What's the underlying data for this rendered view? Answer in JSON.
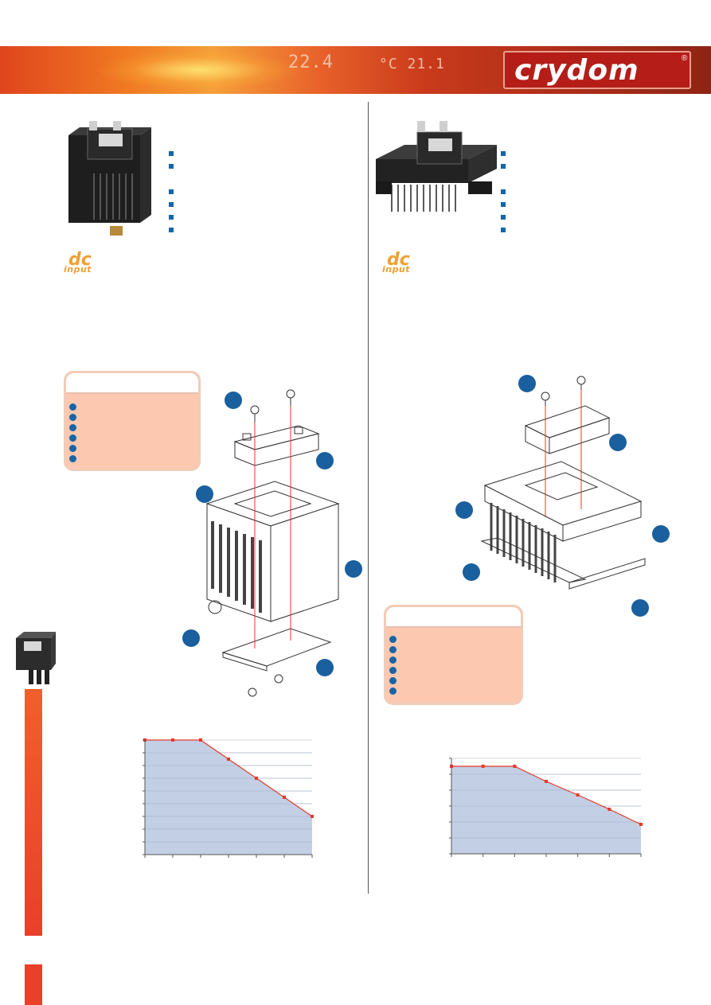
{
  "brand": {
    "logo": "crydom",
    "registered": "®",
    "banner_readout_1": "22.4",
    "banner_readout_2": "°C 21.1"
  },
  "colors": {
    "accent_blue": "#1565a8",
    "banner_red": "#b51d18",
    "legend_fill": "#fcc9b0",
    "chart_fill": "#c3cfe4",
    "chart_line": "#e53a2a"
  },
  "left_product": {
    "bullet_count": 6,
    "badge": {
      "top": "dc",
      "bottom": "input"
    },
    "legend_item_count": 6
  },
  "right_product": {
    "bullet_count": 6,
    "badge": {
      "top": "dc",
      "bottom": "input"
    },
    "legend_item_count": 6
  },
  "icons": [
    "dc-input-badge",
    "bullet-square",
    "callout-circle",
    "relay-heatsink-photo"
  ],
  "chart_data": [
    {
      "type": "area",
      "x": [
        0,
        1,
        2,
        3,
        4,
        5,
        6
      ],
      "values": [
        9,
        9,
        9,
        7.5,
        6,
        4.5,
        3
      ],
      "ylim": [
        0,
        9
      ],
      "grid": true
    },
    {
      "type": "area",
      "x": [
        0,
        1,
        2,
        3,
        4,
        5,
        6
      ],
      "values": [
        5.5,
        5.5,
        5.5,
        4.55,
        3.7,
        2.8,
        1.85
      ],
      "ylim": [
        0,
        6
      ],
      "grid": true
    }
  ]
}
